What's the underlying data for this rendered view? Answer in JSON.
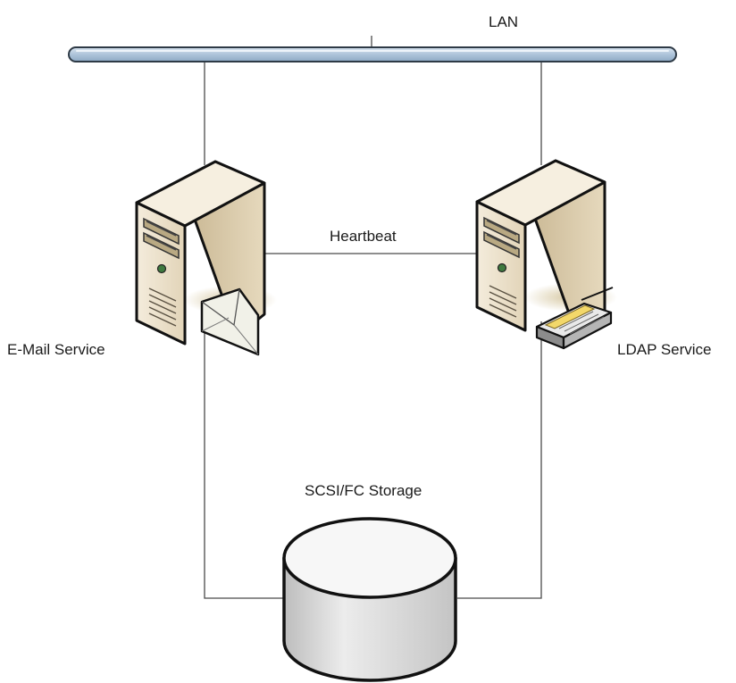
{
  "diagram": {
    "labels": {
      "lan": "LAN",
      "heartbeat": "Heartbeat",
      "email_service": "E-Mail Service",
      "ldap_service": "LDAP Service",
      "storage": "SCSI/FC Storage"
    }
  },
  "colors": {
    "lan_bus": "#b8cde0",
    "server_beige": "#ece2cf",
    "storage_gray": "#d8d8d8",
    "line": "#4a4a4a"
  }
}
